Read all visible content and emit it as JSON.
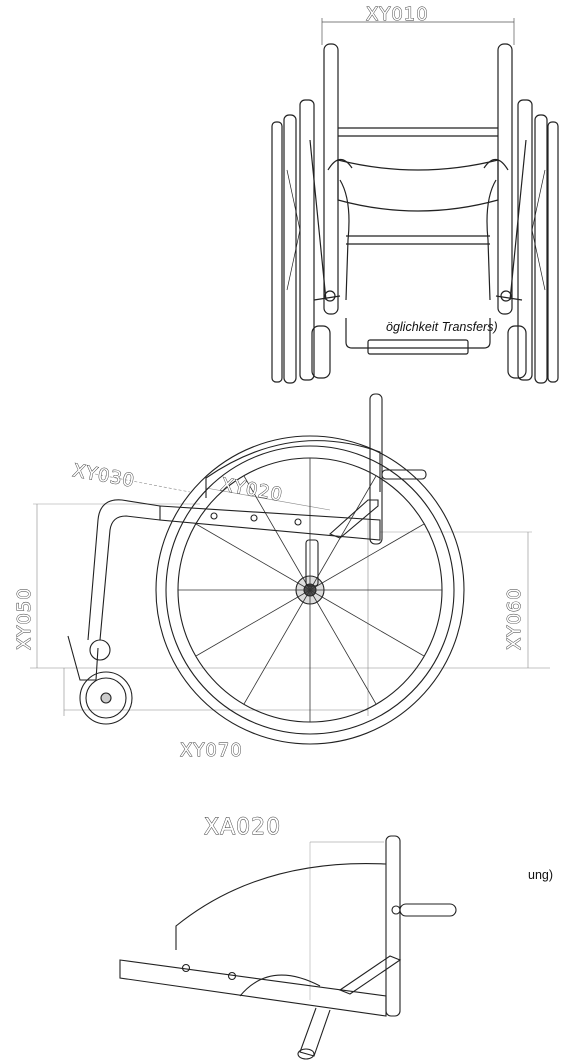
{
  "text_fragments": {
    "transfer_note": "öglichkeit Transfers)",
    "lower_note": "ung)"
  },
  "front_view": {
    "dim_width": "XY010"
  },
  "side_view": {
    "dim_backrest_angle": "XY030",
    "dim_seat_depth": "XY020",
    "dim_front_seat_height": "XY050",
    "dim_rear_seat_height": "XY060",
    "dim_wheelbase": "XY070"
  },
  "detail_view": {
    "dim_axle_offset": "XA020"
  }
}
